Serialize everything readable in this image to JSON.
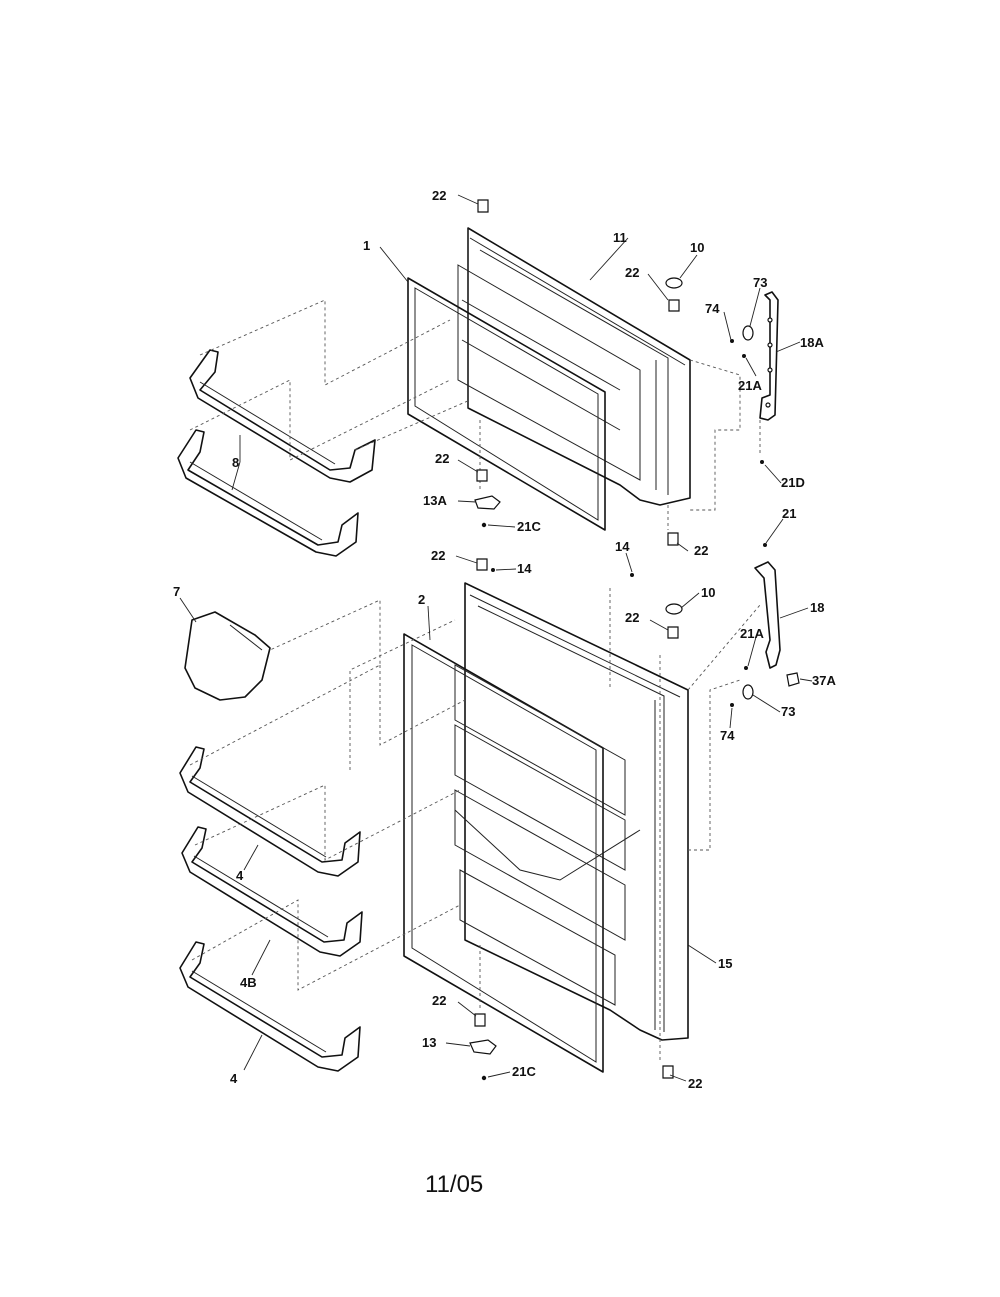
{
  "labels": {
    "l22a": "22",
    "l11": "11",
    "l10a": "10",
    "l22b": "22",
    "l73a": "73",
    "l74a": "74",
    "l18a": "18A",
    "l1": "1",
    "l21a1": "21A",
    "l8": "8",
    "l22c": "22",
    "l21d": "21D",
    "l13a": "13A",
    "l21c1": "21C",
    "l22d": "22",
    "l21": "21",
    "l14a": "14",
    "l22e": "22",
    "l14b": "14",
    "l7": "7",
    "l10b": "10",
    "l18": "18",
    "l2": "2",
    "l22f": "22",
    "l21a2": "21A",
    "l37a": "37A",
    "l73b": "73",
    "l74b": "74",
    "l4a": "4",
    "l4b": "4B",
    "l15": "15",
    "l22g": "22",
    "l4c": "4",
    "l13": "13",
    "l21c2": "21C",
    "l22h": "22"
  },
  "footer": {
    "date_code": "11/05"
  }
}
